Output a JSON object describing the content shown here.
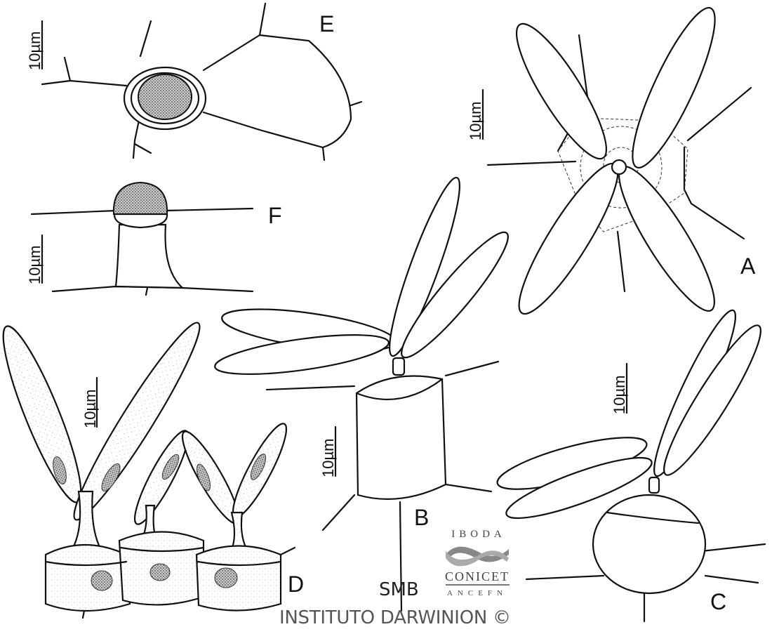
{
  "figure": {
    "panel_labels": {
      "a": "A",
      "b": "B",
      "c": "C",
      "d": "D",
      "e": "E",
      "f": "F"
    },
    "scale_bar_label": "10µm",
    "signature": "SMB",
    "logo": {
      "top": "IBODA",
      "middle": "CONICET",
      "bottom": "ANCEFN"
    },
    "watermark": "INSTITUTO DARWINION ©",
    "colors": {
      "ink": "#111111",
      "stipple": "#bdbdbd",
      "watermark": "#555555"
    }
  }
}
